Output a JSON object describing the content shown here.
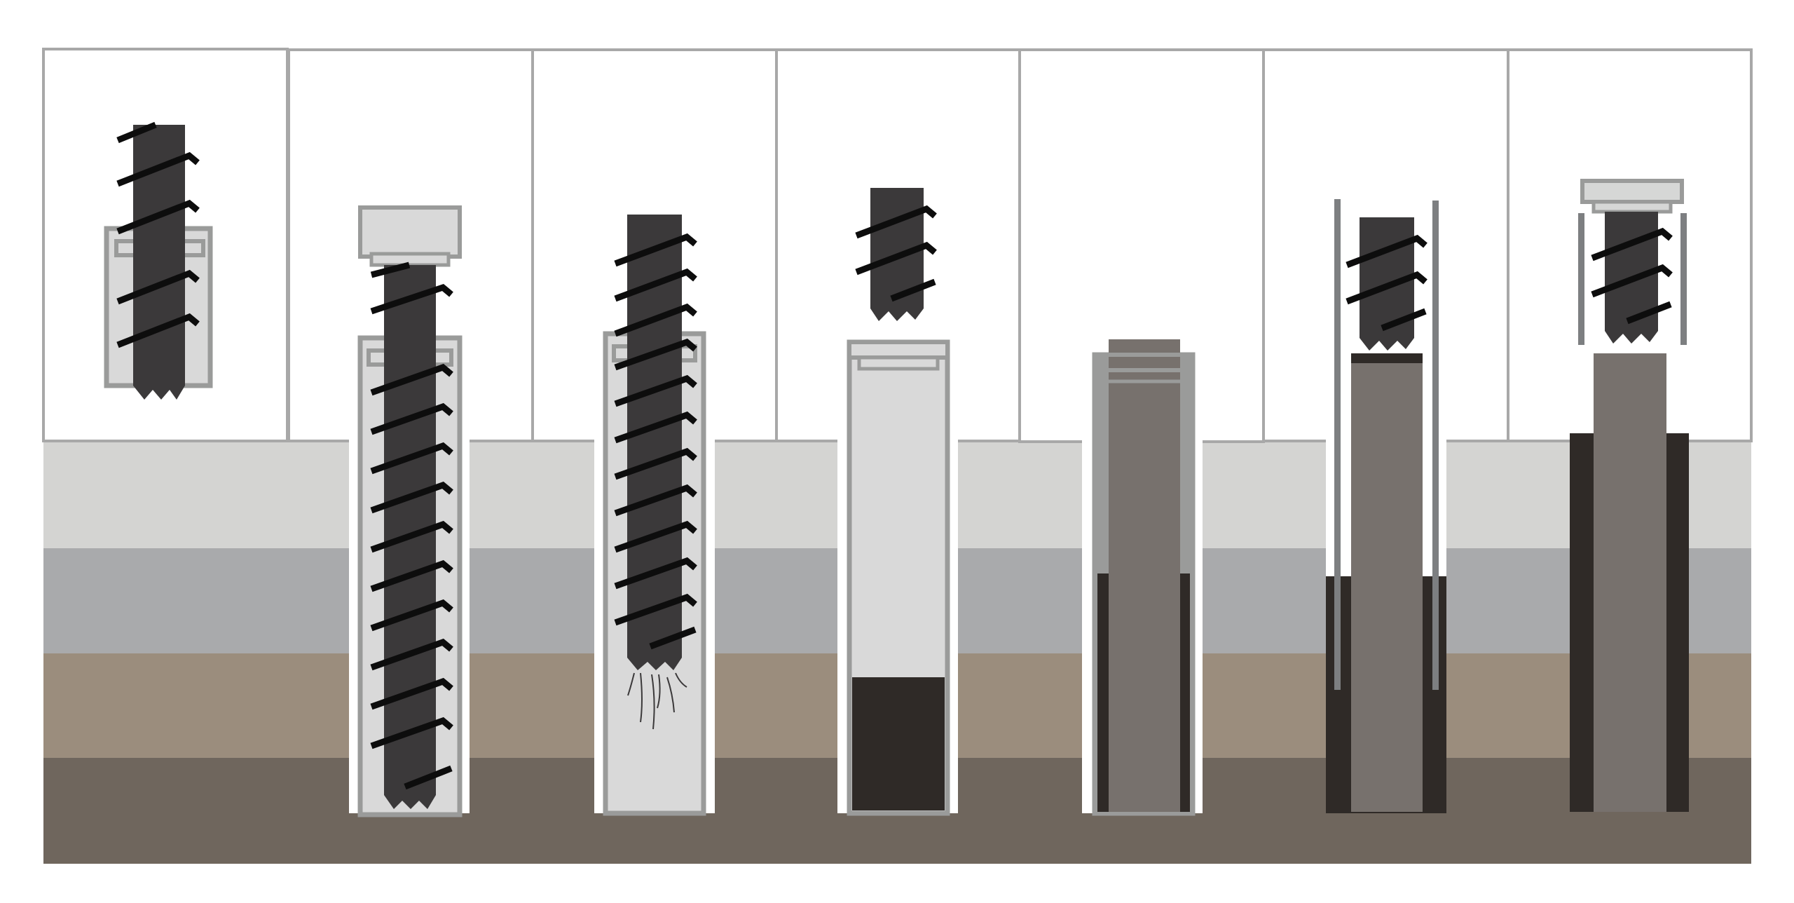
{
  "colors": {
    "background": "#ffffff",
    "panel_border": "#a8a8a8",
    "ground_layer_1": "#d4d4d2",
    "ground_layer_2": "#a9aaac",
    "ground_layer_3": "#9b8d7d",
    "ground_layer_4": "#6f665d",
    "auger": "#3b393a",
    "auger_flight": "#0d0d0d",
    "casing": "#9a9b9a",
    "casing_fill": "#d9d9d9",
    "concrete_fresh": "#2f2a27",
    "concrete_column": "#77716d",
    "cap": "#d6d7d6",
    "reinforcement_bar": "#7d7f81"
  },
  "diagram": {
    "panel_count": 7,
    "ground_layer_count": 4,
    "steps": [
      {
        "step": 1,
        "elements": [
          "auger",
          "casing-segment"
        ]
      },
      {
        "step": 2,
        "elements": [
          "auger",
          "casing",
          "casing-cap"
        ]
      },
      {
        "step": 3,
        "elements": [
          "auger",
          "casing",
          "soil-cuttings"
        ]
      },
      {
        "step": 4,
        "elements": [
          "auger",
          "casing",
          "concrete-fill"
        ]
      },
      {
        "step": 5,
        "elements": [
          "casing",
          "concrete-column"
        ]
      },
      {
        "step": 6,
        "elements": [
          "auger",
          "reinforcement-bars",
          "concrete-column"
        ]
      },
      {
        "step": 7,
        "elements": [
          "auger",
          "reinforcement-bars",
          "casing-cap",
          "concrete-column"
        ]
      }
    ]
  }
}
